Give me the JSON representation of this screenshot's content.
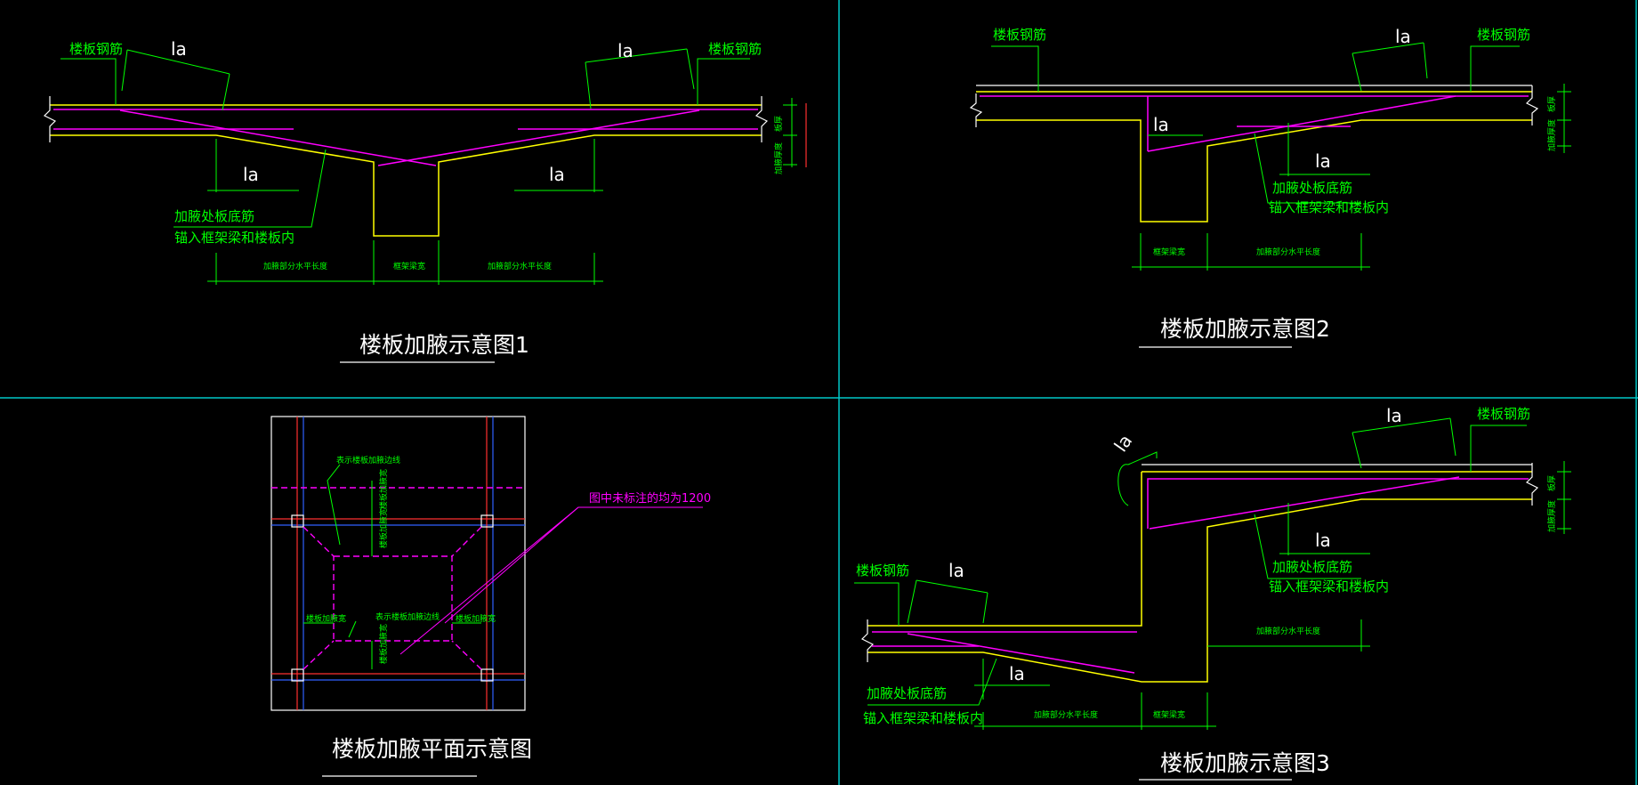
{
  "colors": {
    "background": "#000000",
    "frame": "#00c8c8",
    "concrete": "#ffff00",
    "outline": "#ffffff",
    "rebar": "#ff00ff",
    "dimension": "#00ff00",
    "axis": "#ff0000",
    "axis_blue": "#3060ff"
  },
  "labels": {
    "la": "la",
    "slab_rebar": "楼板钢筋",
    "haunch_bottom_rebar": "加腋处板底筋",
    "anchor_into_beam": "锚入框架梁和楼板内",
    "haunch_horizontal_len": "加腋部分水平长度",
    "beam_width": "框架梁宽",
    "slab_thickness": "板厚",
    "haunch_thickness": "加腋厚度",
    "haunch_edge_line": "表示楼板加腋边线",
    "haunch_width": "楼板加腋宽",
    "note_1200": "图中未标注的均为1200"
  },
  "titles": {
    "fig1": "楼板加腋示意图1",
    "fig2": "楼板加腋示意图2",
    "fig3": "楼板加腋示意图3",
    "plan": "楼板加腋平面示意图"
  }
}
